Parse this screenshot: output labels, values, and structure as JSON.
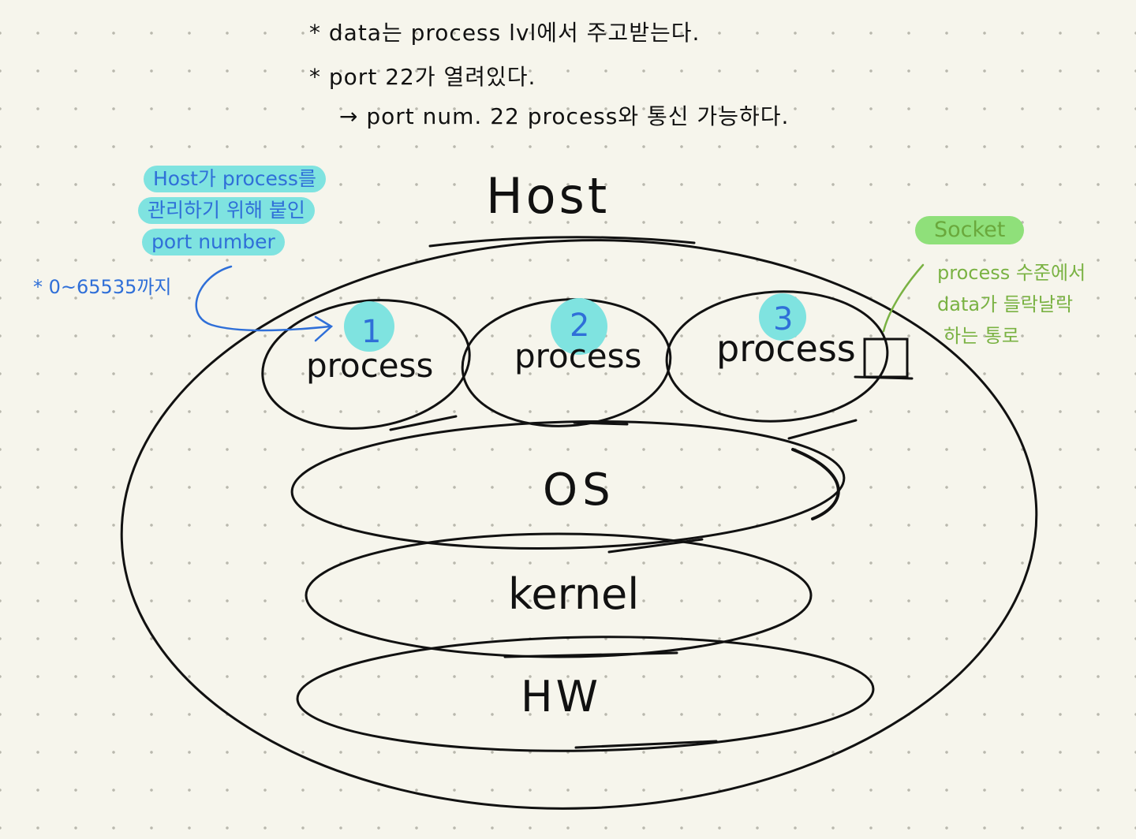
{
  "notes": {
    "line1": "* data는 process lvl에서 주고받는다.",
    "line2": "* port 22가 열려있다.",
    "line3": "→ port num. 22 process와 통신 가능하다."
  },
  "host": {
    "label": "Host"
  },
  "port_annotation": {
    "line1": "Host가 process를",
    "line2": "관리하기 위해 붙인",
    "line3": "port number",
    "range": "* 0~65535까지",
    "highlight_color": "#7fe3e0",
    "text_color": "#2f6fd8"
  },
  "socket_annotation": {
    "title": "Socket",
    "line1": "process 수준에서",
    "line2": "data가 들락날락",
    "line3": "하는 통로",
    "highlight_color": "#8fe07a",
    "text_color": "#7ab243"
  },
  "processes": [
    {
      "number": "1",
      "label": "process"
    },
    {
      "number": "2",
      "label": "process"
    },
    {
      "number": "3",
      "label": "process"
    }
  ],
  "layers": {
    "os": "OS",
    "kernel": "kernel",
    "hw": "HW"
  },
  "colors": {
    "background": "#f6f5ec",
    "ink": "#111111",
    "number_badge": "#7fe3e0"
  }
}
